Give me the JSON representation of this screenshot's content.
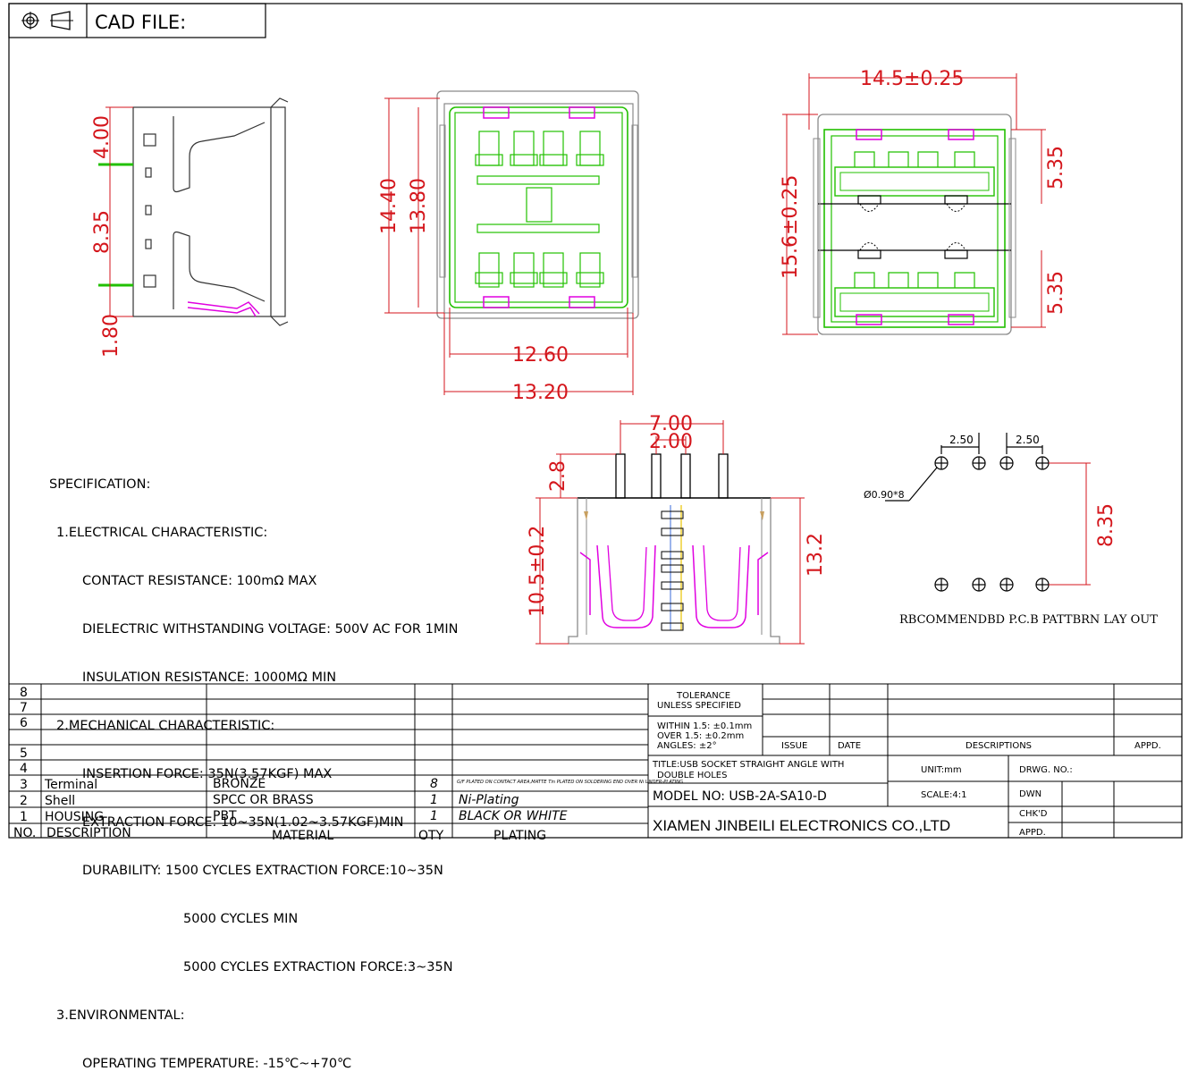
{
  "header": {
    "label": "CAD FILE:",
    "symbol_icons": [
      "concentric-circle-icon",
      "cone-projection-icon"
    ]
  },
  "dimensions": {
    "side": [
      "4.00",
      "8.35",
      "1.80"
    ],
    "front": [
      "14.40",
      "13.80",
      "12.60",
      "13.20"
    ],
    "top": [
      "14.5±0.25",
      "15.6±0.25",
      "5.35",
      "5.35"
    ],
    "bottom": [
      "7.00",
      "2.00",
      "2.8",
      "10.5±0.2",
      "13.2"
    ],
    "pcb": [
      "2.50",
      "2.50",
      "8.35"
    ],
    "hole_note": "Ø0.90*8",
    "pcb_caption": "RBCOMMENDBD P.C.B PATTBRN LAY OUT"
  },
  "specification": {
    "title": "SPECIFICATION:",
    "lines": [
      {
        "text": "1.ELECTRICAL CHARACTERISTIC:",
        "level": 1
      },
      {
        "text": "CONTACT RESISTANCE: 100mΩ MAX",
        "level": 2
      },
      {
        "text": "DIELECTRIC WITHSTANDING VOLTAGE: 500V AC FOR 1MIN",
        "level": 2
      },
      {
        "text": "INSULATION RESISTANCE: 1000MΩ MIN",
        "level": 2
      },
      {
        "text": "2.MECHANICAL CHARACTERISTIC:",
        "level": 1
      },
      {
        "text": "INSERTION FORCE: 35N(3.57KGF) MAX",
        "level": 2
      },
      {
        "text": "EXTRACTION FORCE: 10~35N(1.02~3.57KGF)MIN",
        "level": 2
      },
      {
        "text": "DURABILITY: 1500 CYCLES EXTRACTION FORCE:10~35N",
        "level": 2
      },
      {
        "text": "5000 CYCLES MIN",
        "level": 3
      },
      {
        "text": "5000 CYCLES EXTRACTION FORCE:3~35N",
        "level": 3
      },
      {
        "text": "3.ENVIRONMENTAL:",
        "level": 1
      },
      {
        "text": "OPERATING TEMPERATURE: -15℃~+70℃",
        "level": 2
      }
    ]
  },
  "bom": {
    "row_numbers": [
      "8",
      "7",
      "6",
      "5",
      "4"
    ],
    "rows": [
      {
        "no": "3",
        "description": "Terminal",
        "material": "BRONZE",
        "qty": "8",
        "plating": "G/F PLATED ON CONTACT AREA,MATTE Tin PLATED ON SOLDERING END OVER Ni UNDER-PLATING"
      },
      {
        "no": "2",
        "description": "Shell",
        "material": "SPCC OR BRASS",
        "qty": "1",
        "plating": "Ni-Plating"
      },
      {
        "no": "1",
        "description": "HOUSING",
        "material": "PBT",
        "qty": "1",
        "plating": "BLACK OR WHITE"
      }
    ],
    "headers": {
      "no": "NO.",
      "description": "DESCRIPTION",
      "material": "MATERIAL",
      "qty": "QTY",
      "plating": "PLATING"
    }
  },
  "title_block": {
    "tolerance_title": "TOLERANCE\nUNLESS SPECIFIED",
    "tolerance_lines": [
      "WITHIN 1.5: ±0.1mm",
      "OVER 1.5: ±0.2mm",
      "ANGLES: ±2°"
    ],
    "issue": "ISSUE",
    "date": "DATE",
    "descriptions": "DESCRIPTIONS",
    "appd": "APPD.",
    "title_line1": "TITLE:USB SOCKET  STRAIGHT ANGLE WITH",
    "title_line2": "DOUBLE HOLES",
    "unit": "UNIT:mm",
    "drwg_no": "DRWG. NO.:",
    "model_no": "MODEL NO: USB-2A-SA10-D",
    "scale": "SCALE:4:1",
    "dwn": "DWN",
    "chkd": "CHK'D",
    "appd2": "APPD.",
    "company": "XIAMEN JINBEILI ELECTRONICS CO.,LTD"
  },
  "colors": {
    "dimension": "#d4161c",
    "body": "#000000",
    "outline": "#000000",
    "green": "#22c000",
    "magenta": "#e000e0",
    "grey": "#8a8a8a",
    "yellow": "#e8c300",
    "blue": "#3a6bd8"
  }
}
